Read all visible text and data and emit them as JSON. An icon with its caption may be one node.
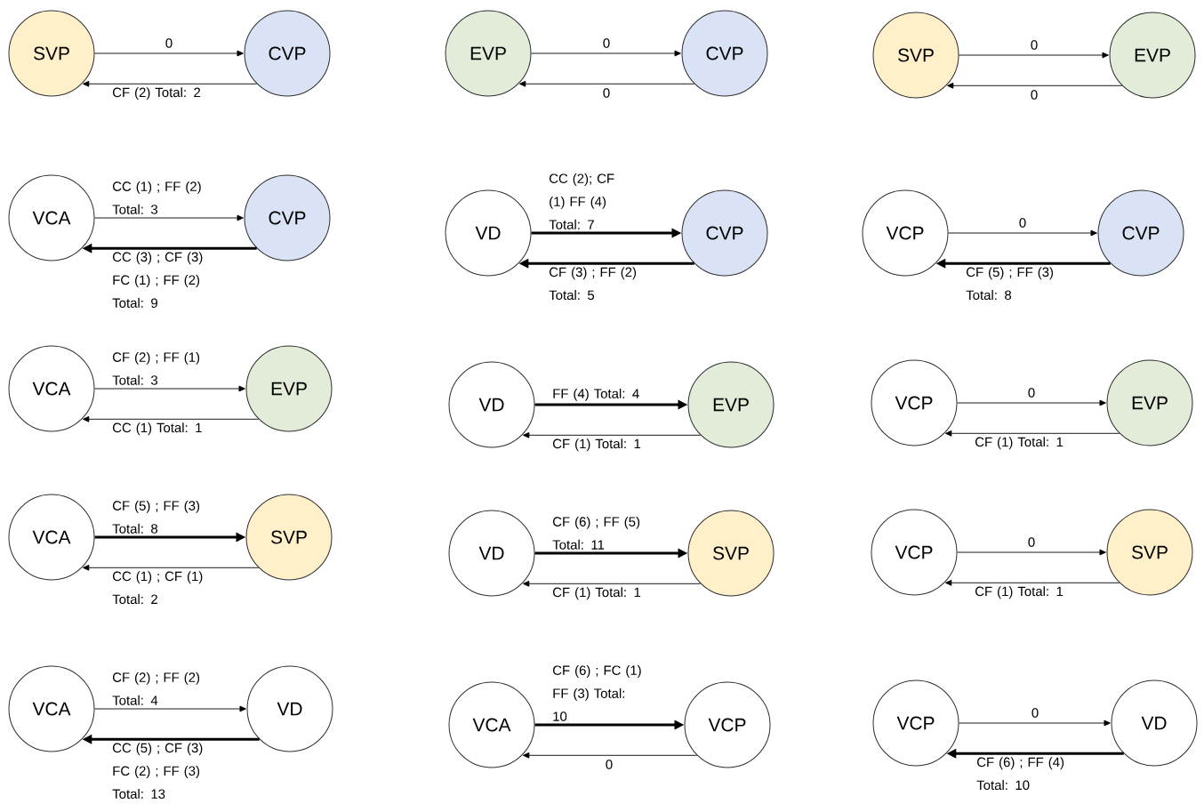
{
  "diagram": {
    "nodes": [
      {
        "text": [
          "SVP"
        ]
      },
      {
        "text": [
          "CVP"
        ]
      },
      {
        "text": [
          "EVP"
        ]
      },
      {
        "text": [
          "CVP"
        ]
      },
      {
        "text": [
          "SVP"
        ]
      },
      {
        "text": [
          "EVP"
        ]
      },
      {
        "text": [
          "VCA"
        ]
      },
      {
        "text": [
          "CVP"
        ]
      },
      {
        "text": [
          "VD"
        ]
      },
      {
        "text": [
          "CVP"
        ]
      },
      {
        "text": [
          "VCP"
        ]
      },
      {
        "text": [
          "CVP"
        ]
      },
      {
        "text": [
          "VCA"
        ]
      },
      {
        "text": [
          "EVP"
        ]
      },
      {
        "text": [
          "VD"
        ]
      },
      {
        "text": [
          "EVP"
        ]
      },
      {
        "text": [
          "VCP"
        ]
      },
      {
        "text": [
          "EVP"
        ]
      },
      {
        "text": [
          "VCA"
        ]
      },
      {
        "text": [
          "SVP"
        ]
      },
      {
        "text": [
          "VD"
        ]
      },
      {
        "text": [
          "SVP"
        ]
      },
      {
        "text": [
          "VCP"
        ]
      },
      {
        "text": [
          "SVP"
        ]
      },
      {
        "text": [
          "VCA"
        ]
      },
      {
        "text": [
          "VD"
        ]
      },
      {
        "text": [
          "VCA"
        ]
      },
      {
        "text": [
          "VCP"
        ]
      },
      {
        "text": [
          "VCP"
        ]
      },
      {
        "text": [
          "VD"
        ]
      }
    ],
    "edges": [
      {
        "from": 0,
        "to": 1,
        "arrow": "to",
        "label": "0"
      },
      {
        "from": 1,
        "to": 0,
        "arrow": "to",
        "label": "CF (2) Total: 2"
      },
      {
        "from": 2,
        "to": 3,
        "arrow": "to",
        "label": "0"
      },
      {
        "from": 3,
        "to": 2,
        "arrow": "to",
        "label": "0"
      },
      {
        "from": 4,
        "to": 5,
        "arrow": "to",
        "label": "0"
      },
      {
        "from": 5,
        "to": 4,
        "arrow": "to",
        "label": "0"
      },
      {
        "from": 6,
        "to": 7,
        "arrow": "to",
        "label": "CC (1) ; FF (2) Total: 3"
      },
      {
        "from": 7,
        "to": 6,
        "arrow": "to",
        "label": "CC (3) ; CF (3) FC (1) ; FF (2) Total: 9",
        "style": "thick"
      },
      {
        "from": 8,
        "to": 9,
        "arrow": "to",
        "label": "CC (2); CF (1) FF (4) Total: 7",
        "style": "thick"
      },
      {
        "from": 9,
        "to": 8,
        "arrow": "to",
        "label": "CF (3) ; FF (2) Total: 5",
        "style": "thick"
      },
      {
        "from": 10,
        "to": 11,
        "arrow": "to",
        "label": "0"
      },
      {
        "from": 11,
        "to": 10,
        "arrow": "to",
        "label": "CF (5) ; FF (3) Total: 8",
        "style": "thick"
      },
      {
        "from": 12,
        "to": 13,
        "arrow": "to",
        "label": "CF (2) ; FF (1) Total: 3"
      },
      {
        "from": 13,
        "to": 12,
        "arrow": "to",
        "label": "CC (1) Total: 1"
      },
      {
        "from": 14,
        "to": 15,
        "arrow": "to",
        "label": "FF (4) Total: 4",
        "style": "thick"
      },
      {
        "from": 15,
        "to": 14,
        "arrow": "to",
        "label": "CF (1) Total: 1"
      },
      {
        "from": 16,
        "to": 17,
        "arrow": "to",
        "label": "0"
      },
      {
        "from": 17,
        "to": 16,
        "arrow": "to",
        "label": "CF (1) Total: 1"
      },
      {
        "from": 18,
        "to": 19,
        "arrow": "to",
        "label": "CF (5) ; FF (3) Total: 8",
        "style": "thick"
      },
      {
        "from": 19,
        "to": 18,
        "arrow": "to",
        "label": "CC (1) ; CF (1) Total: 2"
      },
      {
        "from": 20,
        "to": 21,
        "arrow": "to",
        "label": "CF (6) ; FF (5) Total: 11",
        "style": "thick"
      },
      {
        "from": 21,
        "to": 20,
        "arrow": "to",
        "label": "CF (1) Total: 1"
      },
      {
        "from": 22,
        "to": 23,
        "arrow": "to",
        "label": "0"
      },
      {
        "from": 23,
        "to": 22,
        "arrow": "to",
        "label": "CF (1) Total: 1"
      },
      {
        "from": 24,
        "to": 25,
        "arrow": "to",
        "label": "CF (2) ; FF (2) Total: 4"
      },
      {
        "from": 25,
        "to": 24,
        "arrow": "to",
        "label": "CC (5) ; CF (3) FC (2) ; FF (3) Total: 13",
        "style": "thick"
      },
      {
        "from": 26,
        "to": 27,
        "arrow": "to",
        "label": "CF (6) ; FC (1) FF (3) Total: 10",
        "style": "thick"
      },
      {
        "from": 27,
        "to": 26,
        "arrow": "to",
        "label": "0"
      },
      {
        "from": 28,
        "to": 29,
        "arrow": "to",
        "label": "0"
      },
      {
        "from": 29,
        "to": 28,
        "arrow": "to",
        "label": "CF (6) ; FF (4) Total: 10",
        "style": "thick"
      }
    ]
  }
}
